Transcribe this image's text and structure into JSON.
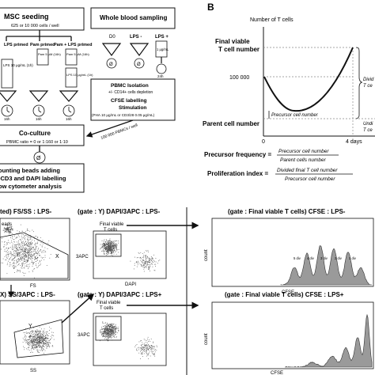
{
  "panel_b": {
    "letter": "B",
    "y_axis_title": "Number of T cells",
    "final_viable_1": "Final viable",
    "final_viable_2": "T cell  number",
    "tick_100000": "100 000",
    "parent_cell_number": "Parent cell  number",
    "precursor_cell_number": "Precursor cell  number",
    "divided_label_1": "Divid",
    "divided_label_2": "T ce",
    "undivided_label_1": "Undi",
    "undivided_label_2": "T ce",
    "x_zero": "0",
    "x_end": "4 days",
    "precursor_frequency_label": "Precursor frequency =",
    "precursor_frequency_num": "Precursor cell  number",
    "precursor_frequency_den": "Parent cells  number",
    "proliferation_index_label": "Proliferation index =",
    "proliferation_index_num": "Divided final T cell  number",
    "proliferation_index_den": "Precursor cell  number"
  },
  "panel_a": {
    "msc_title": "MSC seeding",
    "msc_sub": "625 or 10 000 cells / well",
    "col_lps_primed": "LPS primed",
    "col_pam_primed": "Pam primed",
    "col_pam_lps_primed": "Pam + LPS primed",
    "pam_dose_1": "Pam 5 μM (16h)",
    "lps_dose_1": "LPS 10 μg/mL (1h)",
    "pam_dose_2": "Pam 5 μM (16h)",
    "lps_dose_2": "LPS 10 μg/mL (1h)",
    "clock_label": "16h",
    "coculture_title": "Co-culture",
    "coculture_ratio": "PBMC ratio = 0 or 1:160 or 1:10",
    "wb_title": "Whole blood sampling",
    "d0": "D0",
    "lps_minus": "LPS -",
    "lps_plus": "LPS +",
    "empty_symbol": "Ø",
    "lps_plus_dose": "1 μg/mL",
    "h24": "24h",
    "pbmc_isolation": "PBMC Isolation",
    "cd14_depletion": "+/- CD14+ cells depletion",
    "cfse_labelling": "CFSE labelling",
    "stimulation": "Stimulation",
    "stim_detail": "(PHA 10 μg/mL or CD3/28 0.05 μg/mL)",
    "pbmc_per_well": "100 000 PBMCs / well",
    "counting_1": "ounting beads adding",
    "counting_2": "-CD3 and DAPI labelling",
    "counting_3": "ow cytometer analysis"
  },
  "panel_c": {
    "fs_ss_title": "ted) FS/SS : LPS-",
    "beads": "eads",
    "gate_x": "X",
    "fs_axis": "FS",
    "ss_title": "X) SS/3APC : LPS-",
    "gate_y": "Y",
    "ss_axis": "SS",
    "dapi_title_top": "(gate : Y) DAPI/3APC : LPS-",
    "dapi_title_bottom": "(gate : Y) DAPI/3APC : LPS+",
    "final_viable_tcells_1": "Final viable",
    "final_viable_tcells_2": "T cells",
    "apc_axis": "3APC",
    "dapi_axis": "DAPI",
    "cfse_title_top": "(gate : Final viable T cells) CFSE : LPS-",
    "cfse_title_bottom": "(gate : Final viable T cells) CFSE : LPS+",
    "count_axis": "count",
    "cfse_axis": "CFSE",
    "div_labels": [
      "5 div",
      "4 div",
      "3 div",
      "2 div",
      "1 div"
    ]
  },
  "colors": {
    "ink": "#111111",
    "scatter": "#555555",
    "histogram_fill": "#9a9a9a"
  }
}
